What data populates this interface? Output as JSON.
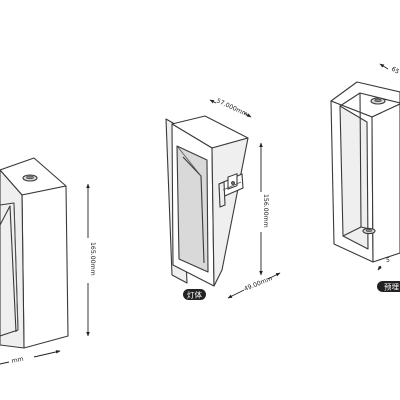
{
  "dimensions": {
    "left_height": "165.00mm",
    "left_bottom": "mm",
    "mid_top": "57.000mm",
    "mid_height": "156.00mm",
    "mid_bottom": "49.00mm",
    "right_top": "65",
    "right_side": "5"
  },
  "labels": {
    "lamp_body": "灯体",
    "embedded_box": "预埋"
  }
}
